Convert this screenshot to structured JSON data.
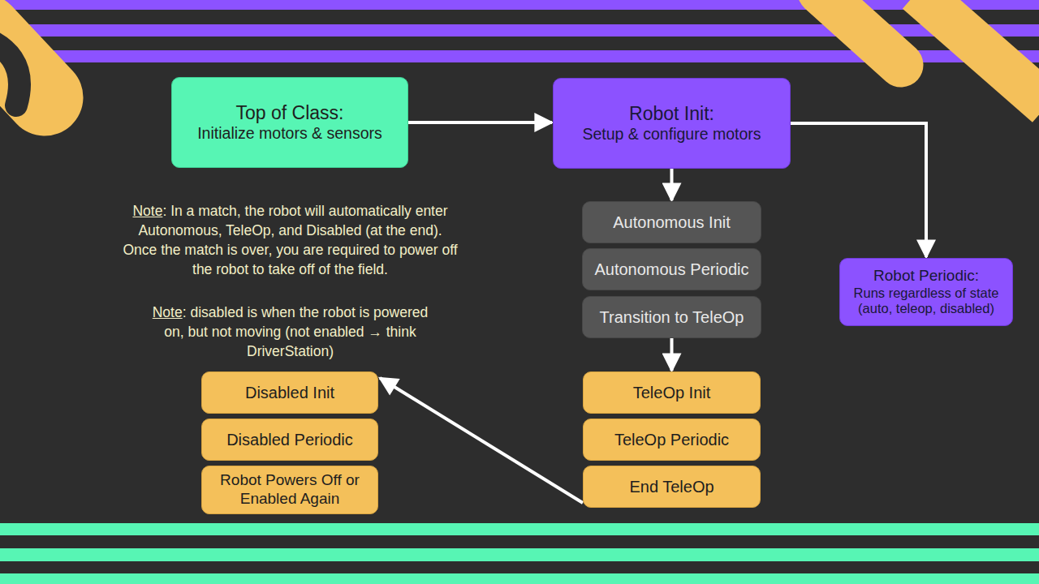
{
  "diagram": {
    "nodes": [
      {
        "text": [
          "Top of Class:",
          "Initialize motors & sensors"
        ]
      },
      {
        "text": [
          "Robot Init:",
          "Setup & configure motors"
        ]
      },
      {
        "text": [
          "Autonomous Init"
        ]
      },
      {
        "text": [
          "Autonomous Periodic"
        ]
      },
      {
        "text": [
          "Transition to TeleOp"
        ]
      },
      {
        "text": [
          "Robot Periodic:",
          "Runs regardless of state (auto, teleop, disabled)"
        ]
      },
      {
        "text": [
          "Disabled Init"
        ]
      },
      {
        "text": [
          "Disabled Periodic"
        ]
      },
      {
        "text": [
          "Robot Powers Off or Enabled Again"
        ]
      },
      {
        "text": [
          "TeleOp Init"
        ]
      },
      {
        "text": [
          "TeleOp Periodic"
        ]
      },
      {
        "text": [
          "End TeleOp"
        ]
      }
    ],
    "edges": [
      {
        "from": 0,
        "to": 1,
        "arrow": "to"
      },
      {
        "from": 1,
        "to": 2,
        "arrow": "to"
      },
      {
        "from": 1,
        "to": 5,
        "arrow": "to"
      },
      {
        "from": 4,
        "to": 9,
        "arrow": "to"
      },
      {
        "from": 11,
        "to": 6,
        "arrow": "to"
      }
    ],
    "labels": [
      "Note: In a match, the robot will automatically enter Autonomous, TeleOp, and Disabled (at the end). Once the match is over, you are required to power off the robot to take off of the field.",
      "Note: disabled is when the robot is powered on, but not moving (not enabled → think DriverStation)"
    ]
  }
}
